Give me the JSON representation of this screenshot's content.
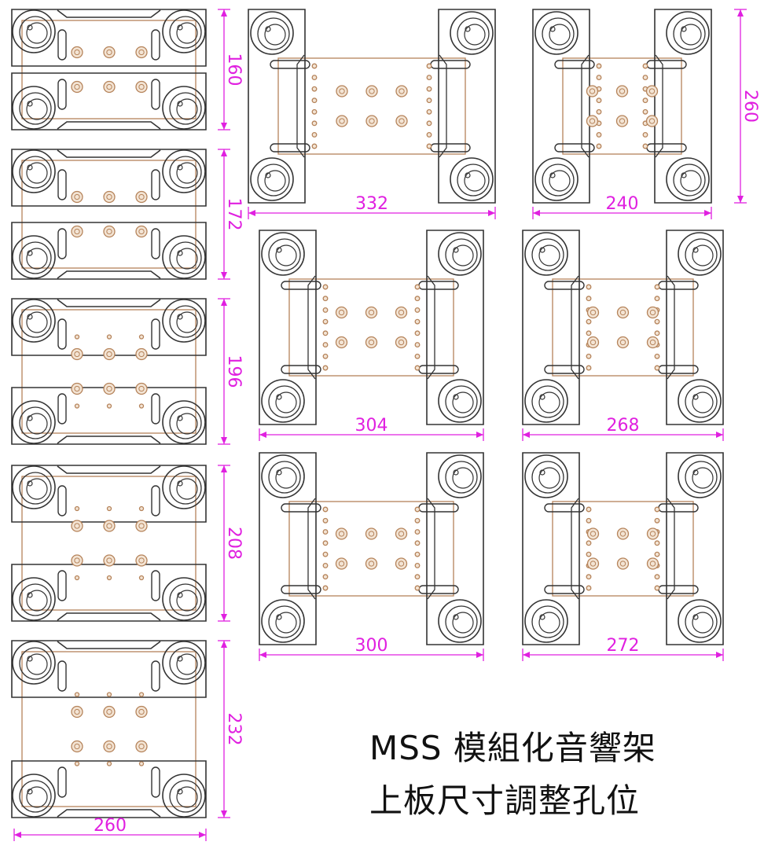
{
  "title": {
    "line1": "MSS 模組化音響架",
    "line2": "上板尺寸調整孔位"
  },
  "colors": {
    "frame": "#333333",
    "plate": "#b5835a",
    "dimension": "#e020e0"
  },
  "panels": [
    {
      "orientation": "horizontal",
      "dimension": "160"
    },
    {
      "orientation": "horizontal",
      "dimension": "172"
    },
    {
      "orientation": "horizontal",
      "dimension": "196"
    },
    {
      "orientation": "horizontal",
      "dimension": "208"
    },
    {
      "orientation": "horizontal",
      "dimension": "232",
      "width_dimension": "260"
    },
    {
      "orientation": "vertical",
      "dimension": "332"
    },
    {
      "orientation": "vertical",
      "dimension": "240",
      "height_dimension": "260"
    },
    {
      "orientation": "vertical",
      "dimension": "304"
    },
    {
      "orientation": "vertical",
      "dimension": "268"
    },
    {
      "orientation": "vertical",
      "dimension": "300"
    },
    {
      "orientation": "vertical",
      "dimension": "272"
    }
  ]
}
